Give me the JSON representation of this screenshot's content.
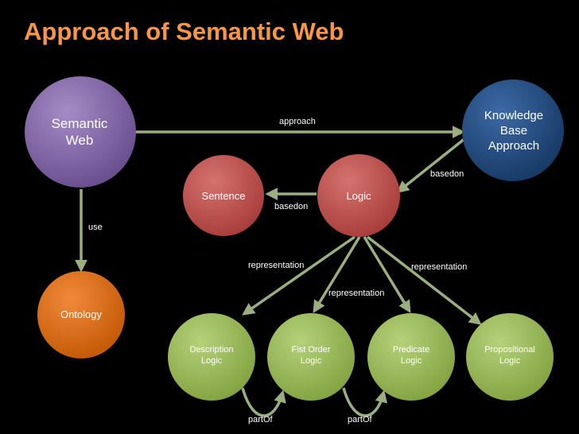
{
  "title": "Approach of Semantic Web",
  "colors": {
    "title": "#f79646",
    "semantic_web": "#8064a2",
    "knowledge_base": "#1f497d",
    "logic_sentence": "#c0504d",
    "ontology": "#e36c0a",
    "logic_types": "#9bbb59",
    "edge": "#9aae7f"
  },
  "nodes": {
    "semantic_web": "Semantic\nWeb",
    "knowledge_base": "Knowledge\nBase\nApproach",
    "sentence": "Sentence",
    "logic": "Logic",
    "ontology": "Ontology",
    "description_logic": "Description\nLogic",
    "first_order_logic": "Fist Order\nLogic",
    "predicate_logic": "Predicate\nLogic",
    "propositional_logic": "Propositional\nLogic"
  },
  "edges": {
    "approach": "approach",
    "basedon_kb": "basedon",
    "basedon_logic": "basedon",
    "use": "use",
    "representation_1": "representation",
    "representation_2": "representation",
    "representation_3": "representation",
    "partof_1": "partOf",
    "partof_2": "partOf"
  }
}
